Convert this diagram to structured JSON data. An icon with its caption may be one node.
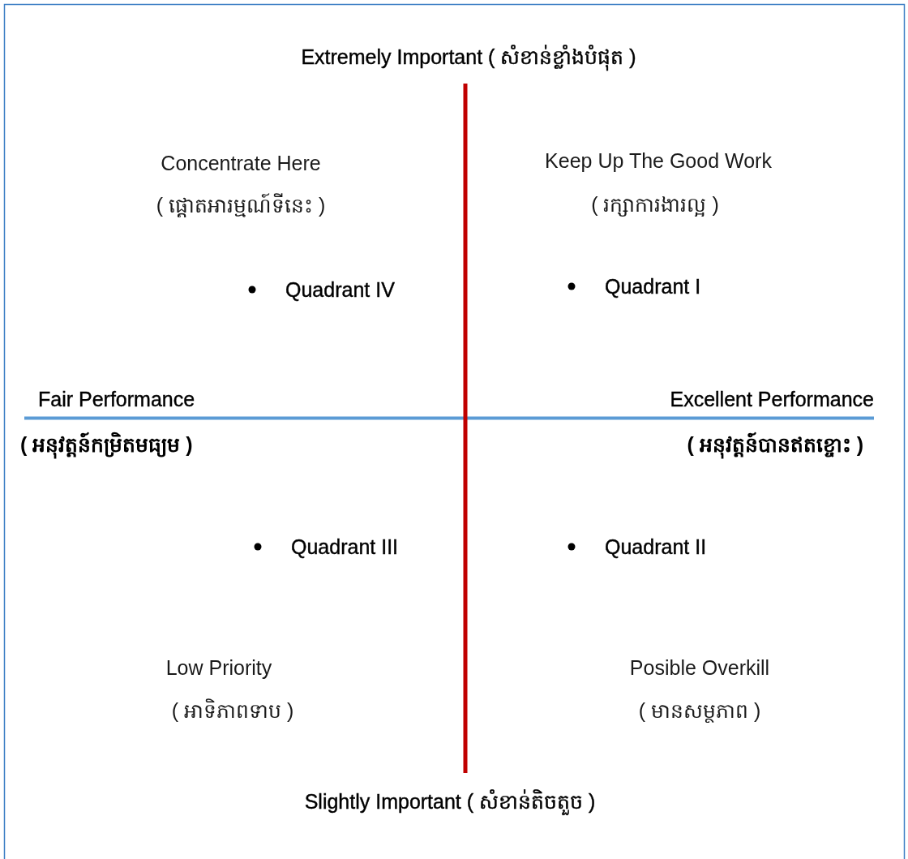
{
  "diagram": {
    "labels": [
      "Extremely Important ( សំខាន់ខ្លាំងបំផុត )",
      "Concentrate Here",
      "Keep Up The Good Work",
      "( ផ្តោតអារម្មណ៍ទីនេះ )",
      "( រក្សាការងារល្អ )",
      "Quadrant IV",
      "Quadrant I",
      "Fair Performance",
      "Excellent Performance",
      "( អនុវត្តន៍កម្រិតមធ្យម )",
      "( អនុវត្តន៍បានឥតខ្ចោះ )",
      "Quadrant III",
      "Quadrant II",
      "Low Priority",
      "Posible Overkill",
      "( អាទិភាពទាប )",
      "( មានសម្ថភាព )",
      "Slightly Important ( សំខាន់តិចតួច )"
    ]
  }
}
